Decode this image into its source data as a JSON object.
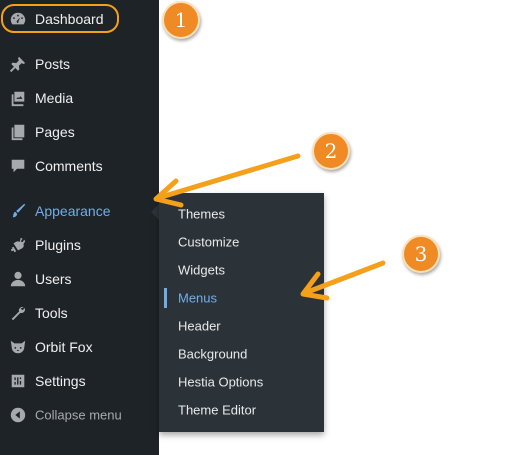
{
  "sidebar": {
    "items": [
      {
        "label": "Dashboard",
        "icon": "dashboard-icon"
      },
      {
        "label": "Posts",
        "icon": "pin-icon"
      },
      {
        "label": "Media",
        "icon": "media-icon"
      },
      {
        "label": "Pages",
        "icon": "pages-icon"
      },
      {
        "label": "Comments",
        "icon": "comments-icon"
      },
      {
        "label": "Appearance",
        "icon": "paintbrush-icon",
        "active": true
      },
      {
        "label": "Plugins",
        "icon": "plugin-icon"
      },
      {
        "label": "Users",
        "icon": "users-icon"
      },
      {
        "label": "Tools",
        "icon": "wrench-icon"
      },
      {
        "label": "Orbit Fox",
        "icon": "fox-icon"
      },
      {
        "label": "Settings",
        "icon": "settings-icon"
      }
    ],
    "collapse_label": "Collapse menu"
  },
  "submenu": {
    "items": [
      "Themes",
      "Customize",
      "Widgets",
      "Menus",
      "Header",
      "Background",
      "Hestia Options",
      "Theme Editor"
    ],
    "current": "Menus"
  },
  "annotations": {
    "badges": [
      "1",
      "2",
      "3"
    ],
    "accent_color": "#f5a01a"
  },
  "colors": {
    "sidebar_bg": "#1d2327",
    "submenu_bg": "#2c3338",
    "active_text": "#72aee6"
  }
}
